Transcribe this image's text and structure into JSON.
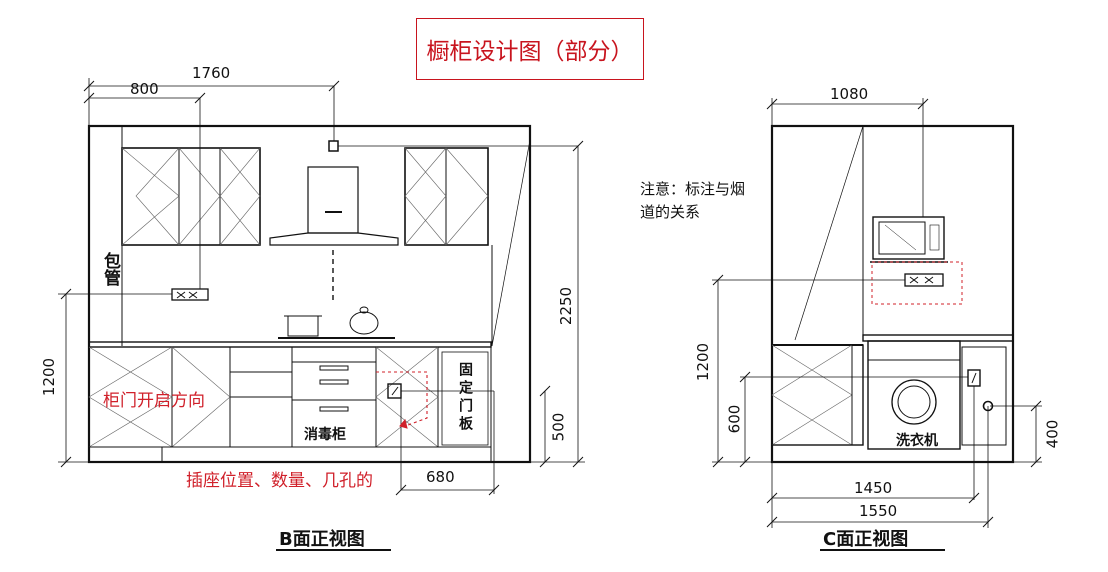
{
  "title": "橱柜设计图（部分）",
  "view_b": {
    "caption": "B面正视图",
    "dims": {
      "total_width": "1760",
      "left_width": "800",
      "height_total": "2250",
      "height_socket": "1200",
      "height_500": "500",
      "width_680": "680"
    },
    "labels": {
      "pipe": "包管",
      "door_direction": "柜门开启方向",
      "socket_note": "插座位置、数量、几孔的",
      "sterilizer": "消毒柜",
      "fixed_door": "固定门板"
    }
  },
  "view_c": {
    "caption": "C面正视图",
    "dims": {
      "top_width": "1080",
      "height_1200": "1200",
      "height_600": "600",
      "height_400": "400",
      "width_1450": "1450",
      "width_1550": "1550"
    },
    "labels": {
      "note": "注意：标注与烟道的关系",
      "washer": "洗衣机"
    }
  },
  "colors": {
    "accent_red": "#d0202a",
    "line": "#111111"
  }
}
